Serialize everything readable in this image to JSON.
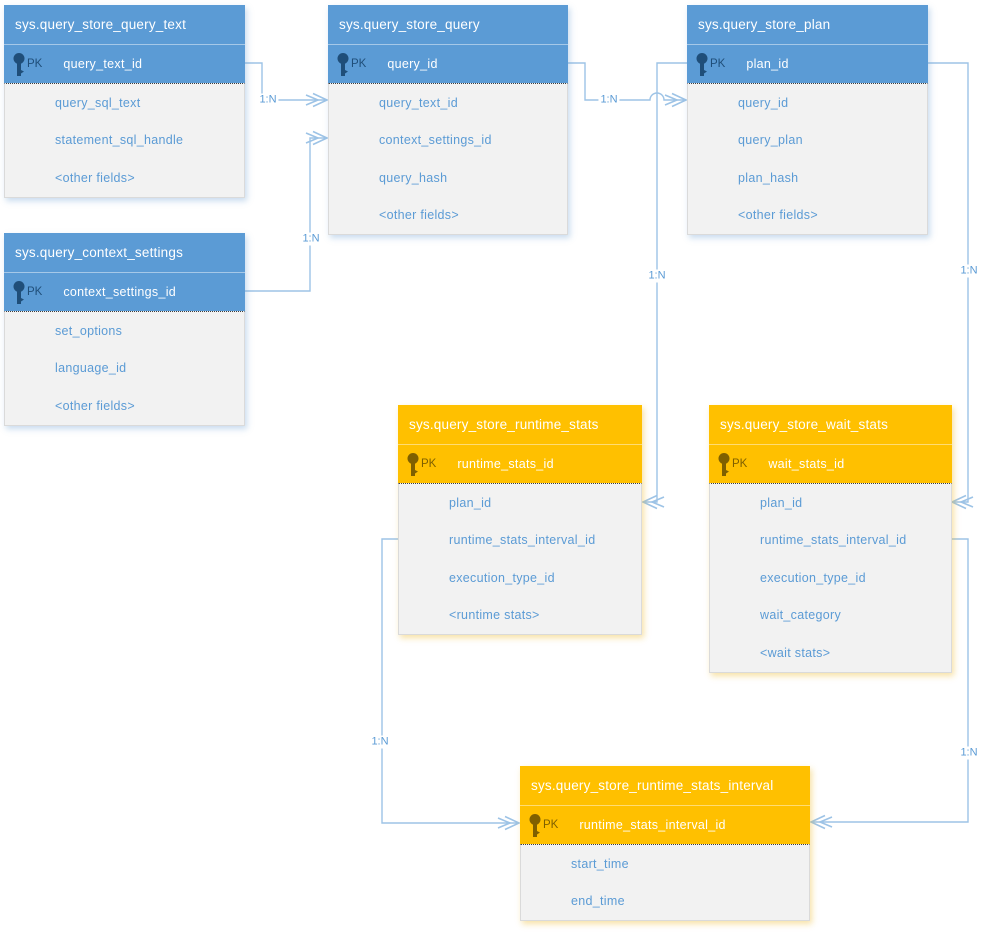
{
  "labels": {
    "pk": "PK"
  },
  "colors": {
    "blue_header": "#5B9BD5",
    "orange_header": "#FFC000",
    "blue_key": "#1F4E79",
    "orange_key": "#7F6000",
    "body_background": "#F2F2F2",
    "field_text": "#5B9BD5",
    "connector_line": "#9DC3E6"
  },
  "tables": [
    {
      "title": "sys.query_store_query_text",
      "theme": "blue",
      "pk": "query_text_id",
      "fields": [
        "query_sql_text",
        "statement_sql_handle",
        "<other fields>"
      ]
    },
    {
      "title": "sys.query_store_query",
      "theme": "blue",
      "pk": "query_id",
      "fields": [
        "query_text_id",
        "context_settings_id",
        "query_hash",
        "<other fields>"
      ]
    },
    {
      "title": "sys.query_store_plan",
      "theme": "blue",
      "pk": "plan_id",
      "fields": [
        "query_id",
        "query_plan",
        "plan_hash",
        "<other fields>"
      ]
    },
    {
      "title": "sys.query_context_settings",
      "theme": "blue",
      "pk": "context_settings_id",
      "fields": [
        "set_options",
        "language_id",
        "<other fields>"
      ]
    },
    {
      "title": "sys.query_store_runtime_stats",
      "theme": "orange",
      "pk": "runtime_stats_id",
      "fields": [
        "plan_id",
        "runtime_stats_interval_id",
        "execution_type_id",
        "<runtime stats>"
      ]
    },
    {
      "title": "sys.query_store_wait_stats",
      "theme": "orange",
      "pk": "wait_stats_id",
      "fields": [
        "plan_id",
        "runtime_stats_interval_id",
        "execution_type_id",
        "wait_category",
        "<wait stats>"
      ]
    },
    {
      "title": "sys.query_store_runtime_stats_interval",
      "theme": "orange",
      "pk": "runtime_stats_interval_id",
      "fields": [
        "start_time",
        "end_time"
      ]
    }
  ],
  "connections": [
    {
      "from": "sys.query_store_query_text.query_text_id",
      "to": "sys.query_store_query.query_text_id",
      "cardinality": "1:N"
    },
    {
      "from": "sys.query_context_settings.context_settings_id",
      "to": "sys.query_store_query.context_settings_id",
      "cardinality": "1:N"
    },
    {
      "from": "sys.query_store_query.query_id",
      "to": "sys.query_store_plan.query_id",
      "cardinality": "1:N"
    },
    {
      "from": "sys.query_store_plan.plan_id",
      "to": "sys.query_store_runtime_stats.plan_id",
      "cardinality": "1:N"
    },
    {
      "from": "sys.query_store_plan.plan_id",
      "to": "sys.query_store_wait_stats.plan_id",
      "cardinality": "1:N"
    },
    {
      "from": "sys.query_store_runtime_stats_interval.runtime_stats_interval_id",
      "to": "sys.query_store_runtime_stats.runtime_stats_interval_id",
      "cardinality": "1:N"
    },
    {
      "from": "sys.query_store_runtime_stats_interval.runtime_stats_interval_id",
      "to": "sys.query_store_wait_stats.runtime_stats_interval_id",
      "cardinality": "1:N"
    }
  ]
}
